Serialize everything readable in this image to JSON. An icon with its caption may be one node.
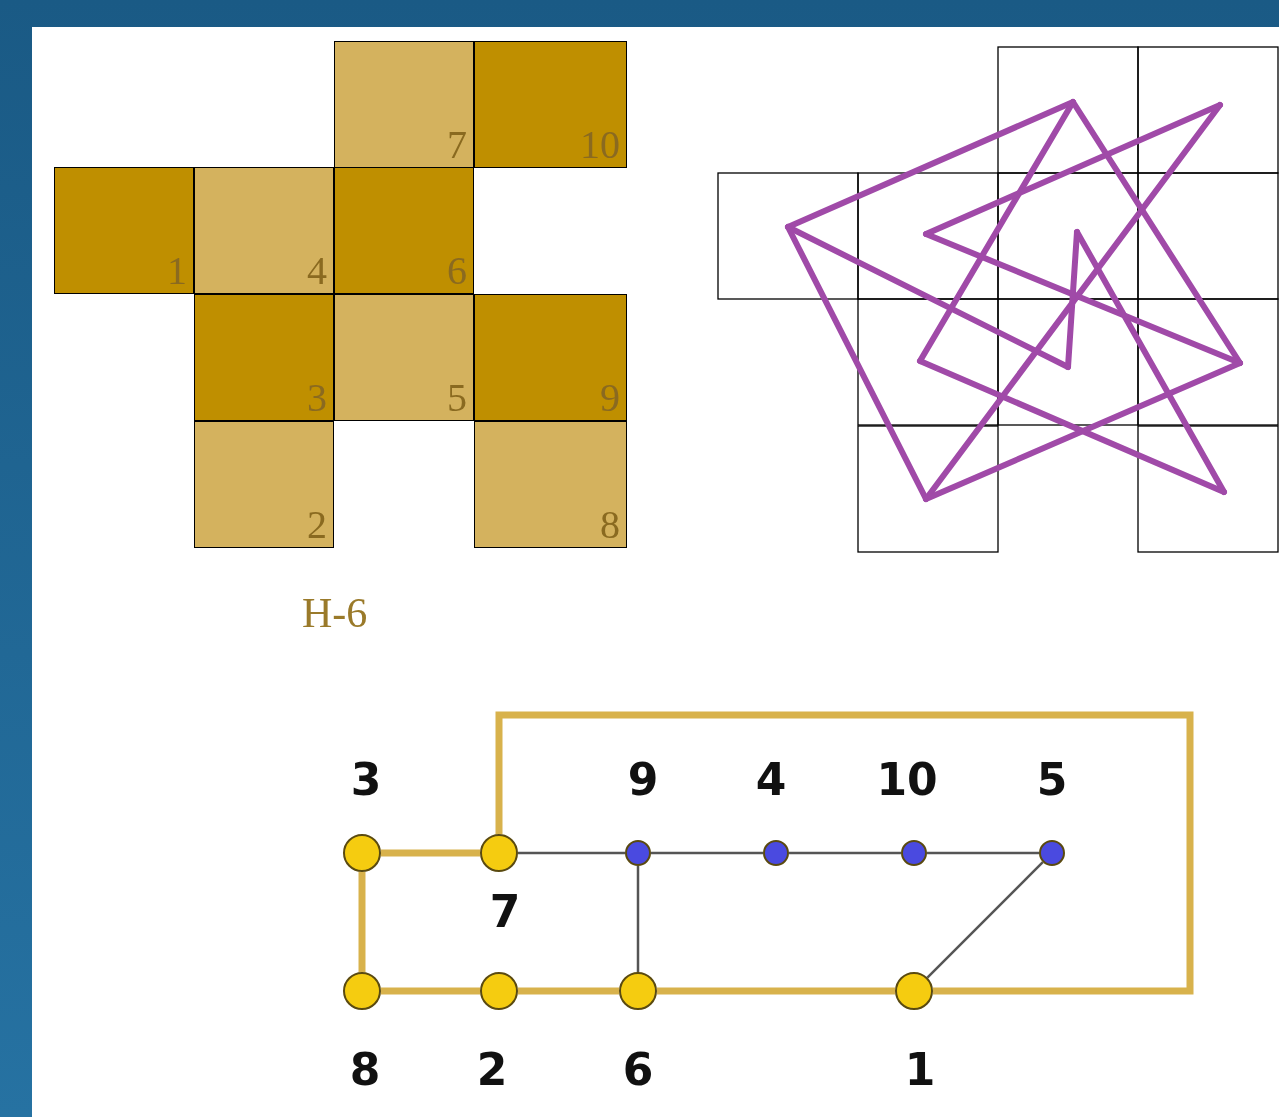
{
  "diagram": {
    "nodes": [
      {
        "text": [
          "7"
        ]
      },
      {
        "text": [
          "10"
        ]
      },
      {
        "text": [
          "1"
        ]
      },
      {
        "text": [
          "4"
        ]
      },
      {
        "text": [
          "6"
        ]
      },
      {
        "text": [
          "3"
        ]
      },
      {
        "text": [
          "5"
        ]
      },
      {
        "text": [
          "9"
        ]
      },
      {
        "text": [
          "2"
        ]
      },
      {
        "text": [
          "8"
        ]
      },
      {
        "text": [],
        "shape": "circle",
        "beside": [
          "3"
        ]
      },
      {
        "text": [],
        "shape": "circle",
        "beside": [
          "7"
        ]
      },
      {
        "text": [],
        "shape": "circle",
        "beside": [
          "9"
        ]
      },
      {
        "text": [],
        "shape": "circle",
        "beside": [
          "4"
        ]
      },
      {
        "text": [],
        "shape": "circle",
        "beside": [
          "10"
        ]
      },
      {
        "text": [],
        "shape": "circle",
        "beside": [
          "5"
        ]
      },
      {
        "text": [],
        "shape": "circle",
        "beside": [
          "8"
        ]
      },
      {
        "text": [],
        "shape": "circle",
        "beside": [
          "2"
        ]
      },
      {
        "text": [],
        "shape": "circle",
        "beside": [
          "6"
        ]
      },
      {
        "text": [],
        "shape": "circle",
        "beside": [
          "1"
        ]
      }
    ],
    "edges": [
      {
        "from": 10,
        "to": 11,
        "arrow": "none",
        "style": "thick",
        "color": "#d8b24c"
      },
      {
        "from": 11,
        "to": 12,
        "arrow": "none",
        "color": "#555555"
      },
      {
        "from": 12,
        "to": 13,
        "arrow": "none",
        "color": "#555555"
      },
      {
        "from": 13,
        "to": 14,
        "arrow": "none",
        "color": "#555555"
      },
      {
        "from": 14,
        "to": 15,
        "arrow": "none",
        "color": "#555555"
      },
      {
        "from": 11,
        "to": 19,
        "arrow": "none",
        "style": "thick",
        "color": "#d8b24c"
      },
      {
        "from": 10,
        "to": 16,
        "arrow": "none",
        "style": "thick",
        "color": "#d8b24c"
      },
      {
        "from": 12,
        "to": 18,
        "arrow": "none",
        "color": "#555555"
      },
      {
        "from": 15,
        "to": 19,
        "arrow": "none",
        "color": "#555555"
      },
      {
        "from": 16,
        "to": 17,
        "arrow": "none",
        "style": "thick",
        "color": "#d8b24c"
      },
      {
        "from": 17,
        "to": 18,
        "arrow": "none",
        "style": "thick",
        "color": "#d8b24c"
      },
      {
        "from": 18,
        "to": 19,
        "arrow": "none",
        "style": "thick",
        "color": "#d8b24c"
      }
    ],
    "labels": [
      "H-6"
    ]
  }
}
